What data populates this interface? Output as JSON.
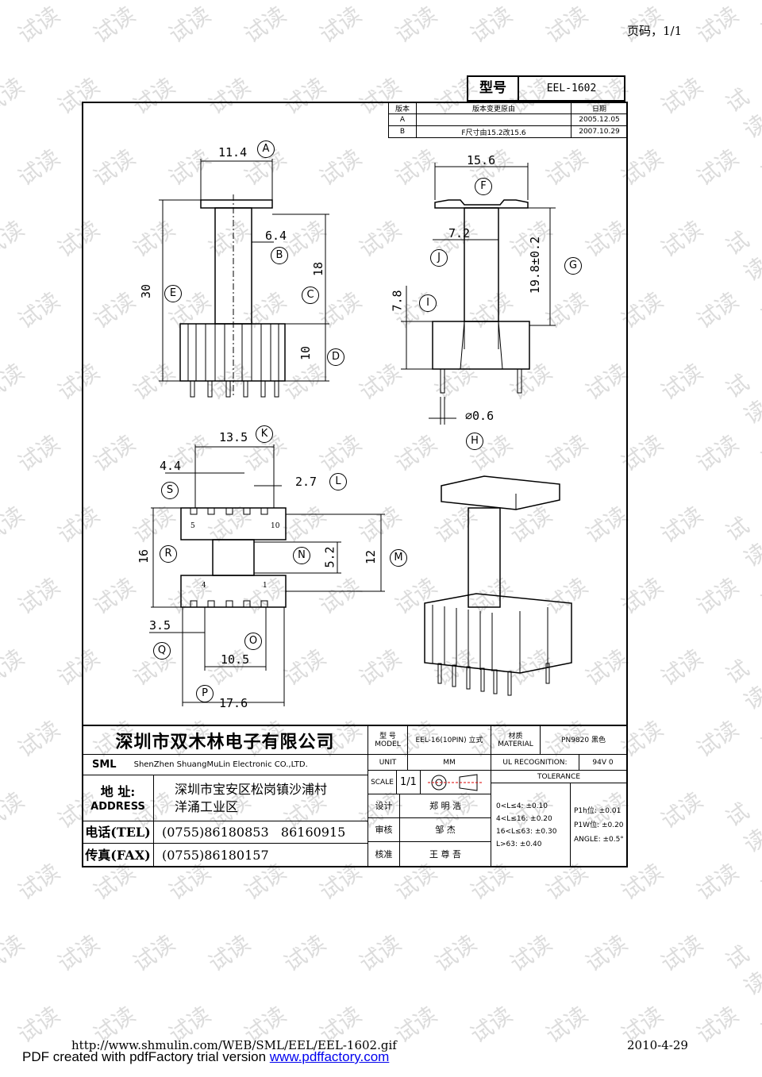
{
  "header": {
    "page_number": "页码，1/1"
  },
  "model": {
    "label": "型号",
    "value": "EEL-1602"
  },
  "revision_table": {
    "headers": [
      "版本",
      "版本变更原由",
      "日期"
    ],
    "rows": [
      [
        "A",
        "",
        "2005.12.05"
      ],
      [
        "B",
        "F尺寸由15.2改15.6",
        "2007.10.29"
      ]
    ]
  },
  "dimensions": {
    "A": "11.4",
    "B": "6.4",
    "C": "18",
    "D": "10",
    "E": "30",
    "F": "15.6",
    "G": "19.8±0.2",
    "H": "∅0.6",
    "I": "7.8",
    "J": "7.2",
    "K": "13.5",
    "L": "2.7",
    "M": "12",
    "N": "5.2",
    "O": "10.5",
    "P": "17.6",
    "Q": "3.5",
    "R": "16",
    "S": "4.4"
  },
  "pin_numbers": [
    "5",
    "10",
    "4",
    "1"
  ],
  "title_block": {
    "company_cn": "深圳市双木林电子有限公司",
    "logo_text": "SML",
    "company_en": "ShenZhen ShuangMuLin Electronic CO.,LTD.",
    "address_label": "地 址:",
    "address_label_en": "ADDRESS",
    "address_value_1": "深圳市宝安区松岗镇沙浦村",
    "address_value_2": "洋涌工业区",
    "tel_label": "电话(TEL)",
    "tel_value": "(0755)86180853   86160915",
    "fax_label": "传真(FAX)",
    "fax_value": "(0755)86180157",
    "model_label": "型 号 MODEL",
    "model_value": "EEL-16(10PIN) 立式",
    "material_label": "材质 MATERIAL",
    "material_value": "PN9820 黑色",
    "unit_label": "UNIT",
    "unit_value": "MM",
    "ul_label": "UL RECOGNITION:",
    "ul_value": "94V 0",
    "scale_label": "SCALE",
    "scale_value": "1/1",
    "tolerance_label": "TOLERANCE",
    "tolerance_left": [
      "0<L≤4: ±0.10",
      "4<L≤16: ±0.20",
      "16<L≤63: ±0.30",
      "L>63: ±0.40"
    ],
    "tolerance_right": [
      "P1h位: ±0.01",
      "P1W位: ±0.20",
      "ANGLE: ±0.5°"
    ],
    "design_label": "设计",
    "design_value": "郑 明 浩",
    "check_label": "审核",
    "check_value": "邹  杰",
    "approve_label": "核准",
    "approve_value": "王 尊 吾"
  },
  "footer": {
    "url": "http://www.shmulin.com/WEB/SML/EEL/EEL-1602.gif",
    "date": "2010-4-29",
    "pdf_note": "PDF created with pdfFactory trial version ",
    "pdf_link": "www.pdffactory.com"
  },
  "watermark_text": "试读"
}
